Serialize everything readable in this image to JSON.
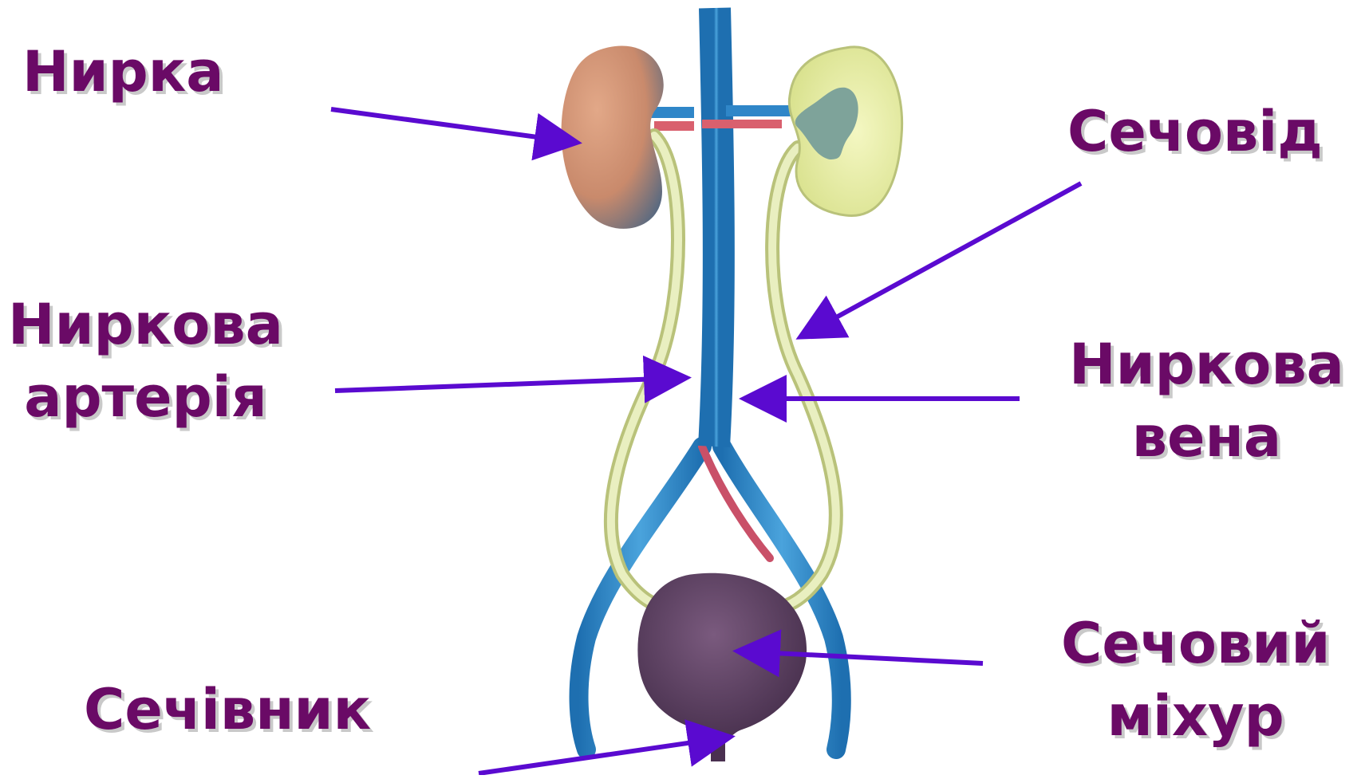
{
  "labels": {
    "kidney": "Нирка",
    "ureter": "Сечовід",
    "renal_artery": [
      "Ниркова",
      "артерія"
    ],
    "renal_vein": [
      "Ниркова",
      "вена"
    ],
    "bladder": [
      "Сечовий",
      "міхур"
    ],
    "urethra": "Сечівник"
  },
  "colors": {
    "label_text": "#6a0a66",
    "label_shadow": "#c9c9c9",
    "arrow": "#5a0ad0",
    "artery": "#d9606e",
    "vein": "#2f86c8",
    "ureter": "#e4ebb8",
    "left_kidney": "#d89a7a",
    "right_kidney": "#eef2a8",
    "bladder": "#5c3f60"
  }
}
